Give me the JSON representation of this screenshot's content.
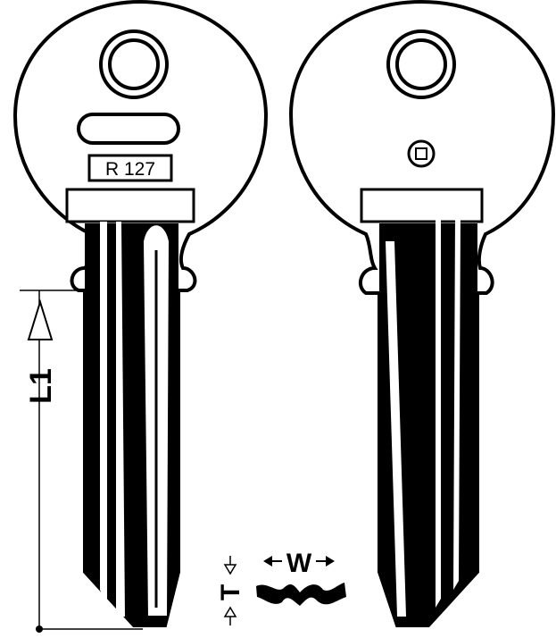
{
  "left_key": {
    "code_label": "R 127"
  },
  "dimensions": {
    "length_label": "L1",
    "width_label": "W",
    "thickness_label": "T"
  },
  "colors": {
    "ink": "#000000",
    "paper": "#ffffff"
  }
}
